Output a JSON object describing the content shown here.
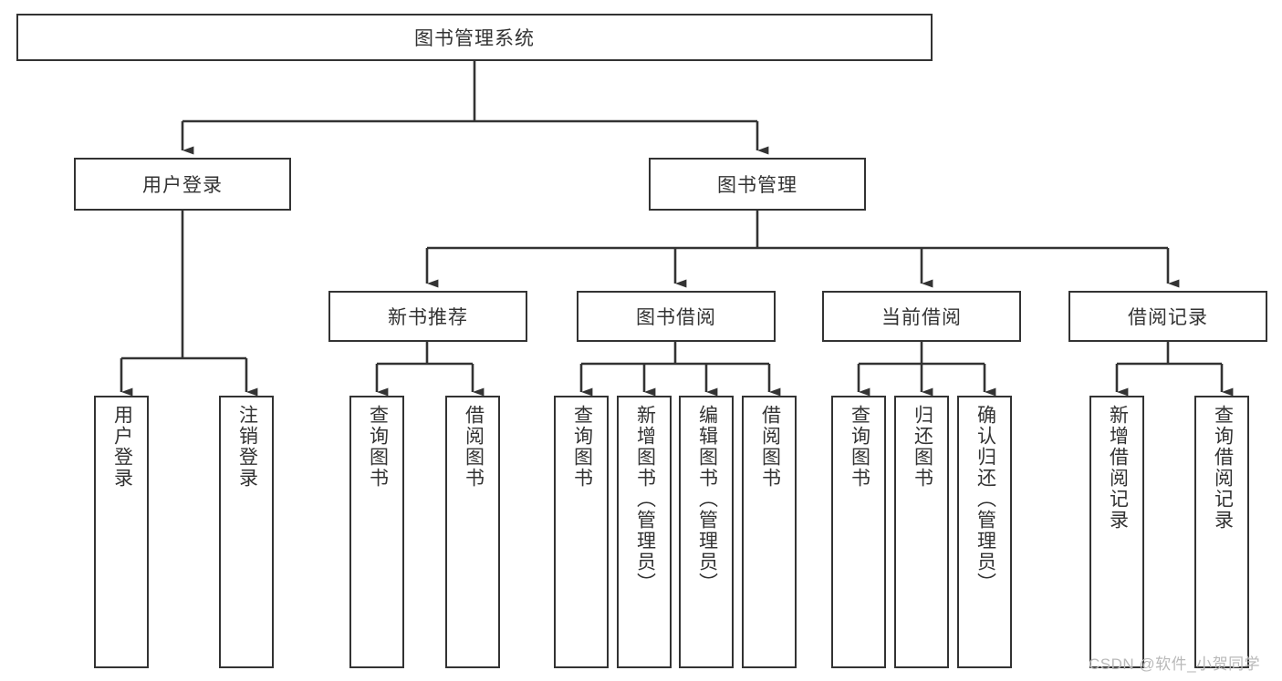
{
  "diagram": {
    "title": "图书管理系统",
    "type": "hierarchical-tree",
    "orientation": "top-down",
    "watermark": "CSDN @软件_小贺同学",
    "colors": {
      "border": "#333333",
      "node_fill": "#ffffff",
      "text": "#333333",
      "connector": "#333333",
      "background": "#ffffff",
      "watermark": "#b9b9b9"
    }
  },
  "nodes": {
    "root": {
      "label": "图书管理系统",
      "level": 1,
      "orientation": "horizontal"
    },
    "l2": [
      {
        "id": "user-login",
        "label": "用户登录",
        "level": 2,
        "orientation": "horizontal"
      },
      {
        "id": "book-manage",
        "label": "图书管理",
        "level": 2,
        "orientation": "horizontal"
      }
    ],
    "l3": [
      {
        "id": "new-book-rec",
        "label": "新书推荐",
        "level": 3,
        "orientation": "horizontal",
        "parent": "book-manage"
      },
      {
        "id": "book-borrow",
        "label": "图书借阅",
        "level": 3,
        "orientation": "horizontal",
        "parent": "book-manage"
      },
      {
        "id": "current-borrow",
        "label": "当前借阅",
        "level": 3,
        "orientation": "horizontal",
        "parent": "book-manage"
      },
      {
        "id": "borrow-record",
        "label": "借阅记录",
        "level": 3,
        "orientation": "horizontal",
        "parent": "book-manage"
      }
    ],
    "leaves": [
      {
        "id": "leaf-user-login",
        "label": "用户登录",
        "parent": "user-login",
        "orientation": "vertical"
      },
      {
        "id": "leaf-logout",
        "label": "注销登录",
        "parent": "user-login",
        "orientation": "vertical"
      },
      {
        "id": "leaf-query-book-rec",
        "label": "查询图书",
        "parent": "new-book-rec",
        "orientation": "vertical"
      },
      {
        "id": "leaf-borrow-book-rec",
        "label": "借阅图书",
        "parent": "new-book-rec",
        "orientation": "vertical"
      },
      {
        "id": "leaf-query-book-borrow",
        "label": "查询图书",
        "parent": "book-borrow",
        "orientation": "vertical"
      },
      {
        "id": "leaf-add-book",
        "label": "新增图书（管理员）",
        "parent": "book-borrow",
        "orientation": "vertical"
      },
      {
        "id": "leaf-edit-book",
        "label": "编辑图书（管理员）",
        "parent": "book-borrow",
        "orientation": "vertical"
      },
      {
        "id": "leaf-borrow-book",
        "label": "借阅图书",
        "parent": "book-borrow",
        "orientation": "vertical"
      },
      {
        "id": "leaf-query-book-cur",
        "label": "查询图书",
        "parent": "current-borrow",
        "orientation": "vertical"
      },
      {
        "id": "leaf-return-book",
        "label": "归还图书",
        "parent": "current-borrow",
        "orientation": "vertical"
      },
      {
        "id": "leaf-confirm-return",
        "label": "确认归还（管理员）",
        "parent": "current-borrow",
        "orientation": "vertical"
      },
      {
        "id": "leaf-add-record",
        "label": "新增借阅记录",
        "parent": "borrow-record",
        "orientation": "vertical"
      },
      {
        "id": "leaf-query-record",
        "label": "查询借阅记录",
        "parent": "borrow-record",
        "orientation": "vertical"
      }
    ]
  }
}
